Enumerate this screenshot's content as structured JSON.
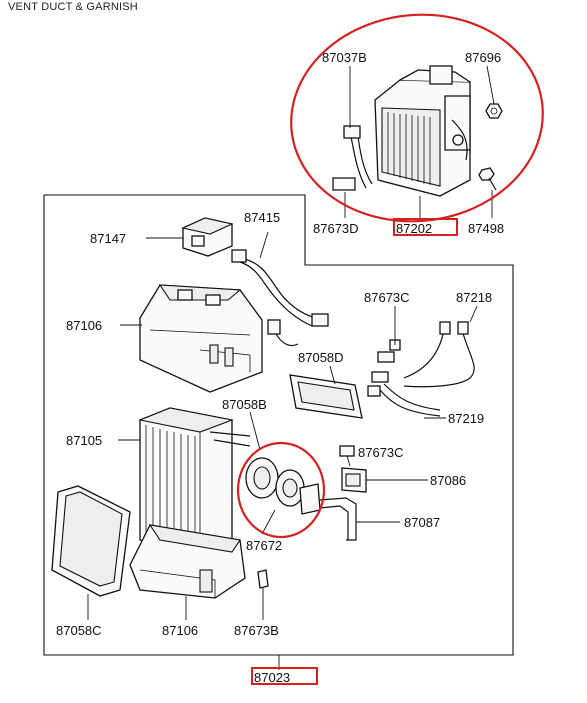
{
  "header": {
    "title": "VENT DUCT & GARNISH"
  },
  "parts": {
    "p87037B": "87037B",
    "p87696": "87696",
    "p87673D": "87673D",
    "p87202": "87202",
    "p87498": "87498",
    "p87147": "87147",
    "p87415": "87415",
    "p87106_top": "87106",
    "p87673C_top": "87673C",
    "p87218": "87218",
    "p87058D": "87058D",
    "p87219": "87219",
    "p87058B": "87058B",
    "p87105": "87105",
    "p87673C_mid": "87673C",
    "p87086": "87086",
    "p87087": "87087",
    "p87672": "87672",
    "p87058C": "87058C",
    "p87106_bot": "87106",
    "p87673B": "87673B",
    "p87023": "87023"
  },
  "colors": {
    "highlight": "#d42020",
    "line": "#111111"
  }
}
